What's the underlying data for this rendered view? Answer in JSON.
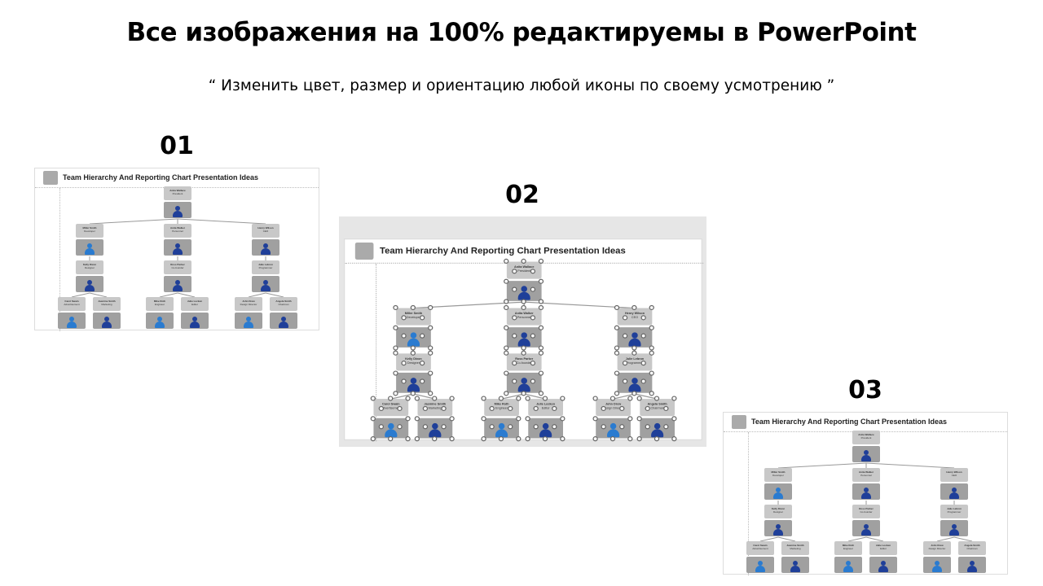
{
  "title": "Все изображения на 100% редактируемы в PowerPoint",
  "subtitle": "“ Изменить цвет, размер и ориентацию любой иконы по своему усмотрению ”",
  "labels": [
    "01",
    "02",
    "03"
  ],
  "chart": {
    "title": "Team Hierarchy And Reporting Chart Presentation Ideas",
    "nodes": [
      {
        "name": "Anita Wallace",
        "role": "President"
      },
      {
        "name": "Miller Smith",
        "role": "Developer"
      },
      {
        "name": "Anita Walker",
        "role": "Personnel"
      },
      {
        "name": "Henry Wilson",
        "role": "CEO"
      },
      {
        "name": "Kelly Dixon",
        "role": "Designer"
      },
      {
        "name": "Ross Parker",
        "role": "Co-founder"
      },
      {
        "name": "Julie Lebron",
        "role": "Programmer"
      },
      {
        "name": "Carol Swain",
        "role": "Advertisement"
      },
      {
        "name": "Jasmine Smith",
        "role": "Marketing"
      },
      {
        "name": "Mike Roth",
        "role": "Engineer"
      },
      {
        "name": "Julie Locken",
        "role": "Editor"
      },
      {
        "name": "John Drew",
        "role": "Design Director"
      },
      {
        "name": "Angela Smith",
        "role": "Chairman"
      }
    ]
  },
  "colors": {
    "person_dark": "#1f3f99",
    "person_light": "#2a7bd0",
    "box": "#c8c8c8"
  }
}
